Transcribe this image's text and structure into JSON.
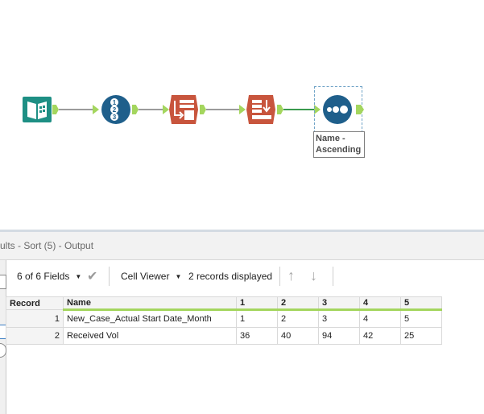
{
  "canvas": {
    "tools": [
      {
        "name": "input-data-tool",
        "icon": "book-icon",
        "color": "#1e8f84"
      },
      {
        "name": "record-id-tool",
        "icon": "numbered-list-icon",
        "color": "#1f5f8b"
      },
      {
        "name": "select-records-tool",
        "icon": "table-select-icon",
        "color": "#c8553d"
      },
      {
        "name": "sort-tool",
        "icon": "sort-icon",
        "color": "#c8553d"
      },
      {
        "name": "browse-tool",
        "icon": "dots-icon",
        "color": "#1f5f8b"
      }
    ],
    "annotation": "Name - Ascending"
  },
  "results": {
    "title": "ults - Sort (5) - Output",
    "toolbar": {
      "fields_label": "6 of 6 Fields",
      "viewer_label": "Cell Viewer",
      "records_label": "2 records displayed"
    },
    "columns": [
      "Record",
      "Name",
      "1",
      "2",
      "3",
      "4",
      "5"
    ],
    "rows": [
      {
        "record": "1",
        "cells": [
          "New_Case_Actual Start Date_Month",
          "1",
          "2",
          "3",
          "4",
          "5"
        ]
      },
      {
        "record": "2",
        "cells": [
          "Received Vol",
          "36",
          "40",
          "94",
          "42",
          "25"
        ]
      }
    ]
  },
  "colors": {
    "anchor": "#a4d65e",
    "active_connection": "#3a9a4e",
    "teal": "#1e8f84",
    "blue": "#1f5f8b",
    "orange": "#c8553d"
  }
}
